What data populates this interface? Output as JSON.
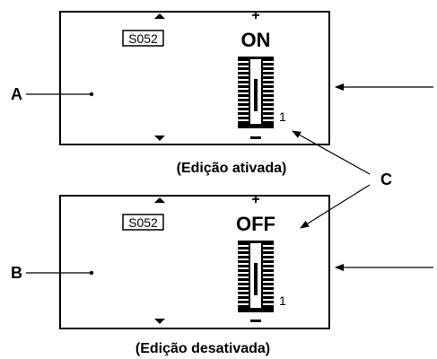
{
  "panels": [
    {
      "code": "S052",
      "state": "ON",
      "level": "1",
      "caption": "(Edição ativada)",
      "letter": "A"
    },
    {
      "code": "S052",
      "state": "OFF",
      "level": "1",
      "caption": "(Edição desativada)",
      "letter": "B"
    }
  ],
  "callout_label": "C",
  "symbols": {
    "up": "up-triangle-icon",
    "down": "down-triangle-icon",
    "plus": "plus-icon",
    "minus": "minus-icon"
  }
}
